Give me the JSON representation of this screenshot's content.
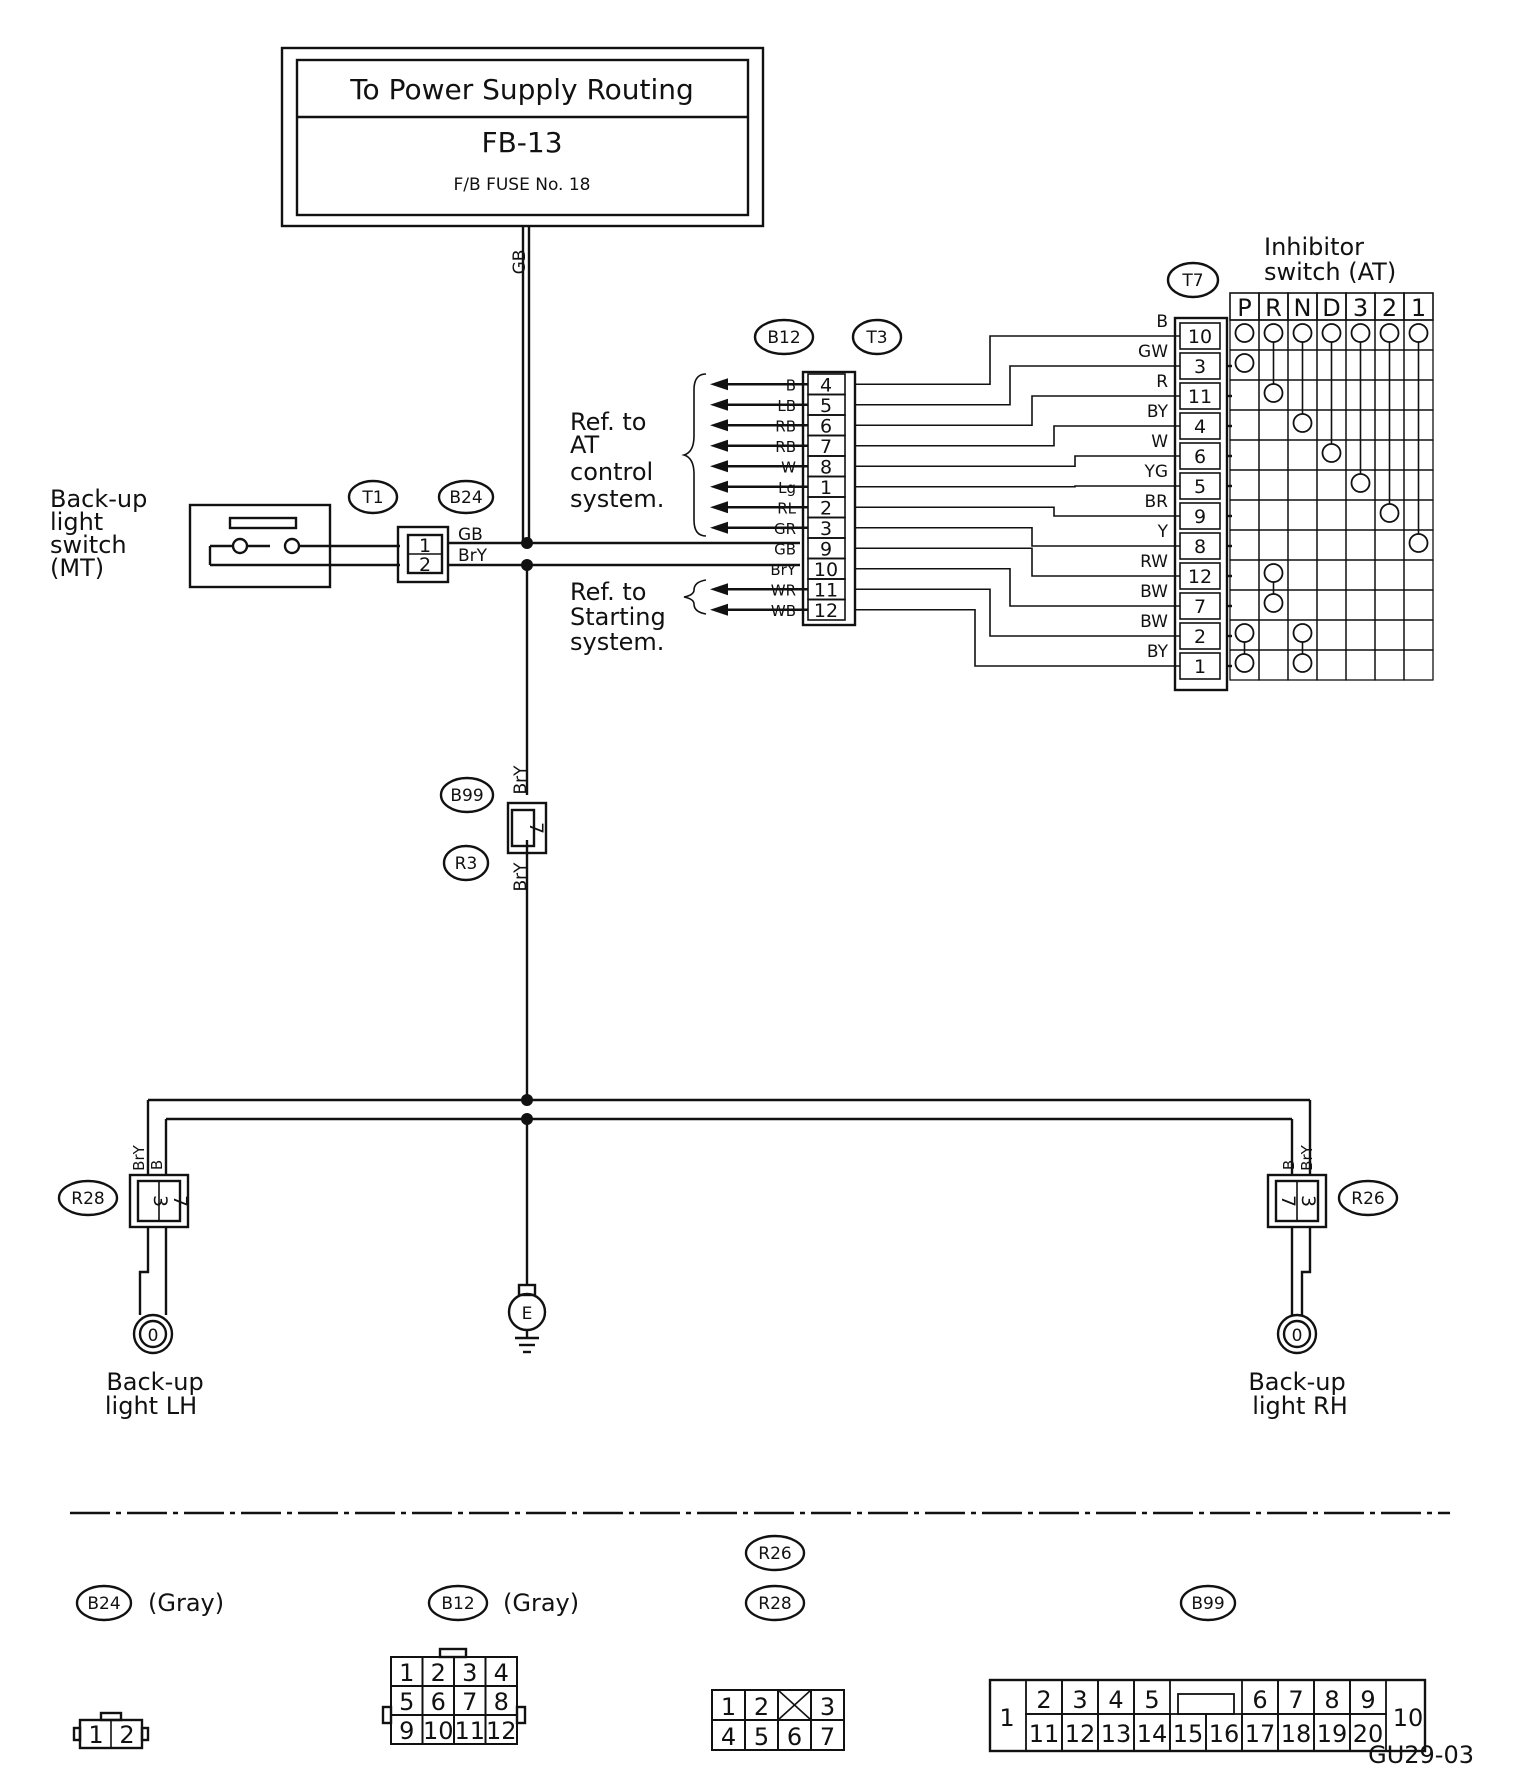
{
  "power": {
    "title": "To Power Supply Routing",
    "code": "FB-13",
    "fuse": "F/B FUSE No. 18"
  },
  "wires": {
    "gb": "GB",
    "bry": "BrY",
    "b": "B"
  },
  "connectors": {
    "t1": "T1",
    "b24": "B24",
    "b12": "B12",
    "t3": "T3",
    "t7": "T7",
    "b99": "B99",
    "r3": "R3",
    "r28": "R28",
    "r26": "R26"
  },
  "labels": {
    "backup_switch": [
      "Back-up",
      "light",
      "switch",
      "(MT)"
    ],
    "ref_at": [
      "Ref. to",
      "AT",
      "control",
      "system."
    ],
    "ref_starting": [
      "Ref. to",
      "Starting",
      "system."
    ],
    "inhibitor": [
      "Inhibitor",
      "switch (AT)"
    ],
    "backup_lh": [
      "Back-up",
      "light LH"
    ],
    "backup_rh": [
      "Back-up",
      "light RH"
    ],
    "ground": "E",
    "lamp": "0",
    "figure_code": "GU29-03"
  },
  "t1_pins": [
    "1",
    "2"
  ],
  "t3_pins": [
    {
      "pin": "4",
      "wire": "B"
    },
    {
      "pin": "5",
      "wire": "LB"
    },
    {
      "pin": "6",
      "wire": "RB"
    },
    {
      "pin": "7",
      "wire": "RB"
    },
    {
      "pin": "8",
      "wire": "W"
    },
    {
      "pin": "1",
      "wire": "Lg"
    },
    {
      "pin": "2",
      "wire": "RL"
    },
    {
      "pin": "3",
      "wire": "GR"
    },
    {
      "pin": "9",
      "wire": "GB"
    },
    {
      "pin": "10",
      "wire": "BrY"
    },
    {
      "pin": "11",
      "wire": "WR"
    },
    {
      "pin": "12",
      "wire": "WB"
    }
  ],
  "t7_pins": [
    {
      "pin": "10",
      "wire": "B"
    },
    {
      "pin": "3",
      "wire": "GW"
    },
    {
      "pin": "11",
      "wire": "R"
    },
    {
      "pin": "4",
      "wire": "BY"
    },
    {
      "pin": "6",
      "wire": "W"
    },
    {
      "pin": "5",
      "wire": "YG"
    },
    {
      "pin": "9",
      "wire": "BR"
    },
    {
      "pin": "8",
      "wire": "Y"
    },
    {
      "pin": "12",
      "wire": "RW"
    },
    {
      "pin": "7",
      "wire": "BW"
    },
    {
      "pin": "2",
      "wire": "BW"
    },
    {
      "pin": "1",
      "wire": "BY"
    }
  ],
  "inhibitor_positions": [
    "P",
    "R",
    "N",
    "D",
    "3",
    "2",
    "1"
  ],
  "b99_pin": "7",
  "r28_pins": [
    "3",
    "7"
  ],
  "r26_pins": [
    "7",
    "3"
  ],
  "legend": {
    "b24_color": "(Gray)",
    "b12_color": "(Gray)",
    "b24_pins": [
      "1",
      "2"
    ],
    "b12_pins": [
      "1",
      "2",
      "3",
      "4",
      "5",
      "6",
      "7",
      "8",
      "9",
      "10",
      "11",
      "12"
    ],
    "r_pins": [
      "1",
      "2",
      "3",
      "4",
      "5",
      "6",
      "7"
    ],
    "b99_pins_top": [
      "2",
      "3",
      "4",
      "5",
      "6",
      "7",
      "8",
      "9"
    ],
    "b99_pins_bottom": [
      "11",
      "12",
      "13",
      "14",
      "15",
      "16",
      "17",
      "18",
      "19",
      "20"
    ],
    "b99_pin_left": "1",
    "b99_pin_right": "10"
  }
}
